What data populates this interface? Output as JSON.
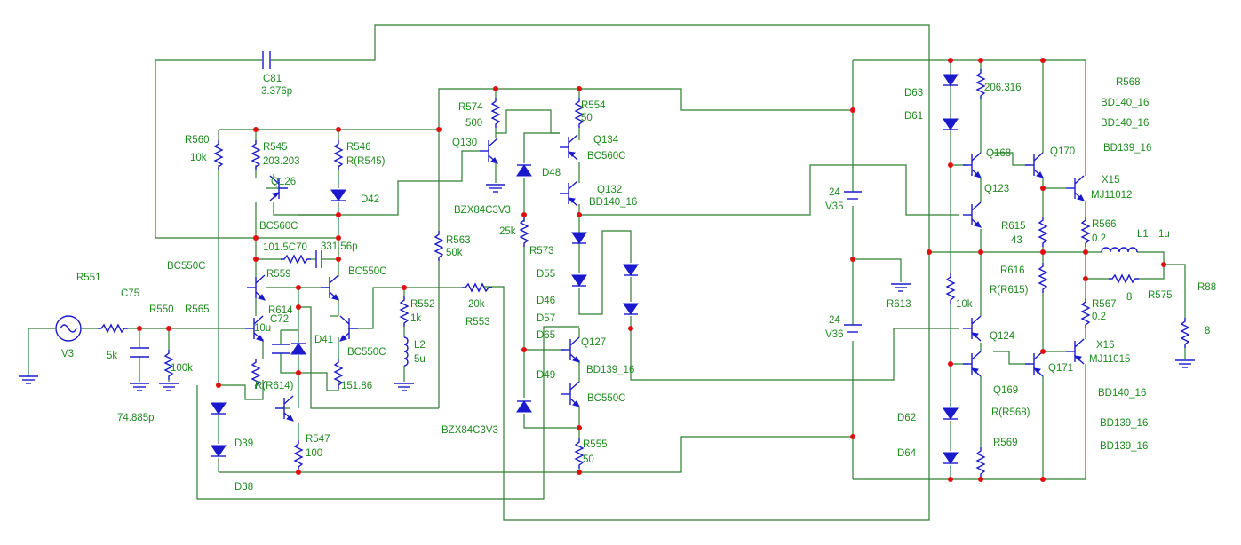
{
  "colors": {
    "wire": "#2e7d32",
    "component": "#1a1acc",
    "node": "#e01010",
    "label": "#1e8a1e"
  },
  "labels": {
    "C81": "C81",
    "C81_val": "3.376p",
    "R574": "R574",
    "R574_val": "500",
    "R554": "R554",
    "R554_val": "50",
    "R560": "R560",
    "R560_val": "10k",
    "R545": "R545",
    "R545_val": "203.203",
    "R546": "R546",
    "R546_val": "R(R545)",
    "Q130": "Q130",
    "Q134": "Q134",
    "BC560C_a": "BC560C",
    "Q126": "Q126",
    "D42": "D42",
    "D48": "D48",
    "Q132": "Q132",
    "BD140_16_a": "BD140_16",
    "BZX84C3V3_a": "BZX84C3V3",
    "BC560C_b": "BC560C",
    "C70": "101.5C70",
    "C70_val": "331.56p",
    "R559": "R559",
    "BC550C_a": "BC550C",
    "BC550C_b": "BC550C",
    "R563": "R563",
    "R563_val": "50k",
    "R573": "R573",
    "R573_val": "25k",
    "D55": "D55",
    "D46": "D46",
    "D57": "D57",
    "D65": "D65",
    "R551": "R551",
    "C75": "C75",
    "R550": "R550",
    "R565": "R565",
    "R614": "R614",
    "C72": "C72",
    "C72_val": "10u",
    "R552": "R552",
    "R552_val": "1k",
    "R553_val": "20k",
    "R553": "R553",
    "L2": "L2",
    "L2_val": "5u",
    "D41": "D41",
    "BC550C_c": "BC550C",
    "V3": "V3",
    "R_in": "5k",
    "R_bias": "100k",
    "C_in": "74.885p",
    "R614_b": "R(R614)",
    "R_151": "151.86",
    "Q127": "Q127",
    "BD139_16_a": "BD139_16",
    "D49": "D49",
    "BC550C_d": "BC550C",
    "BZX84C3V3_b": "BZX84C3V3",
    "D39": "D39",
    "D38": "D38",
    "R547": "R547",
    "R547_val": "100",
    "R555": "R555",
    "R555_val": "50",
    "V35_val": "24",
    "V35": "V35",
    "V36_val": "24",
    "V36": "V36",
    "R613": "R613",
    "D63": "D63",
    "D61": "D61",
    "R_206": "206.316",
    "Q168": "Q168",
    "Q170": "Q170",
    "Q123": "Q123",
    "R568": "R568",
    "BD140_16_b": "BD140_16",
    "BD140_16_c": "BD140_16",
    "BD139_16_b": "BD139_16",
    "X15": "X15",
    "MJ11012": "MJ11012",
    "R615": "R615",
    "R615_val": "43",
    "R566": "R566",
    "R566_val": "0.2",
    "L1": "L1",
    "L1_val": "1u",
    "R616": "R616",
    "R616_val": "R(R615)",
    "R575_val": "8",
    "R575": "R575",
    "R88": "R88",
    "R88_val": "8",
    "R10k": "10k",
    "R567": "R567",
    "R567_val": "0.2",
    "Q124": "Q124",
    "X16": "X16",
    "MJ11015": "MJ11015",
    "Q169": "Q169",
    "Q171": "Q171",
    "R568_b": "R(R568)",
    "BD140_16_d": "BD140_16",
    "BD139_16_c": "BD139_16",
    "BD139_16_d": "BD139_16",
    "D62": "D62",
    "D64": "D64",
    "R569": "R569"
  }
}
